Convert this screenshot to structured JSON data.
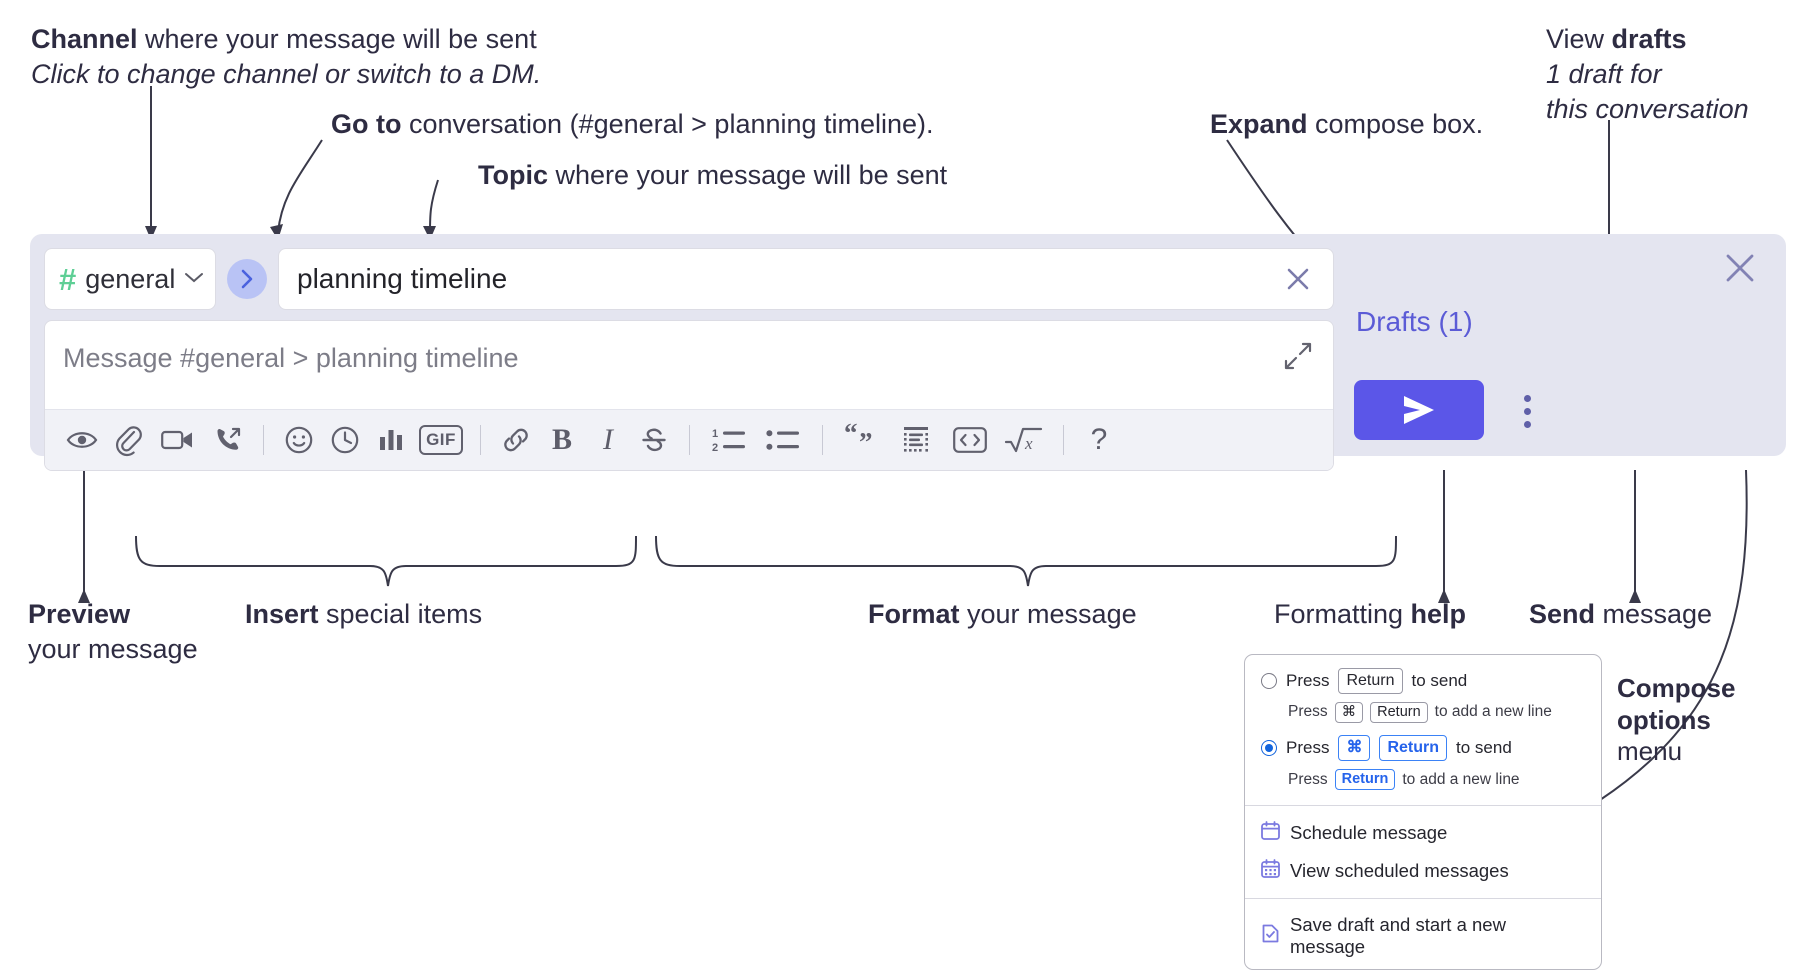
{
  "annotations": {
    "channel": {
      "bold": "Channel",
      "rest": " where your message will be sent",
      "italic": "Click to change channel or switch to a DM."
    },
    "goto": {
      "bold": "Go to",
      "rest": " conversation (#general > planning timeline)."
    },
    "topic": {
      "bold": "Topic",
      "rest": " where your message will be sent"
    },
    "expand": {
      "bold": "Expand",
      "rest": " compose box."
    },
    "drafts": {
      "bold_prefix": "View ",
      "bold": "drafts",
      "italic_line1": "1 draft for",
      "italic_line2": "this conversation"
    },
    "preview": {
      "bold": "Preview",
      "line2": "your message"
    },
    "insert": {
      "bold": "Insert",
      "rest": " special items"
    },
    "format": {
      "bold": "Format",
      "rest": " your message"
    },
    "help": {
      "rest": "Formatting ",
      "bold": "help"
    },
    "send": {
      "bold": "Send",
      "rest": " message"
    },
    "compose_options": {
      "bold_line1": "Compose",
      "bold_line2": "options",
      "line3": "menu"
    }
  },
  "compose": {
    "channel": {
      "hash": "#",
      "name": "general",
      "chevron": "chevron-down-icon"
    },
    "goto_button": "go-to-conversation-icon",
    "topic": {
      "value": "planning timeline",
      "clear": "close-icon"
    },
    "message": {
      "placeholder": "Message #general > planning timeline",
      "value": "",
      "expand": "expand-icon"
    },
    "toolbar": [
      {
        "name": "preview-icon",
        "label": ""
      },
      {
        "name": "attachment-icon",
        "label": ""
      },
      {
        "name": "video-icon",
        "label": ""
      },
      {
        "name": "audio-clip-icon",
        "label": ""
      },
      {
        "name": "separator",
        "label": ""
      },
      {
        "name": "emoji-icon",
        "label": ""
      },
      {
        "name": "clock-icon",
        "label": ""
      },
      {
        "name": "poll-icon",
        "label": ""
      },
      {
        "name": "gif-icon",
        "label": "GIF"
      },
      {
        "name": "separator",
        "label": ""
      },
      {
        "name": "link-icon",
        "label": ""
      },
      {
        "name": "bold-icon",
        "label": "B"
      },
      {
        "name": "italic-icon",
        "label": "I"
      },
      {
        "name": "strikethrough-icon",
        "label": "S"
      },
      {
        "name": "separator",
        "label": ""
      },
      {
        "name": "ordered-list-icon",
        "label": ""
      },
      {
        "name": "bulleted-list-icon",
        "label": ""
      },
      {
        "name": "separator",
        "label": ""
      },
      {
        "name": "blockquote-icon",
        "label": ""
      },
      {
        "name": "code-block-icon",
        "label": ""
      },
      {
        "name": "inline-code-icon",
        "label": ""
      },
      {
        "name": "latex-icon",
        "label": ""
      },
      {
        "name": "separator",
        "label": ""
      },
      {
        "name": "formatting-help-icon",
        "label": "?"
      }
    ],
    "rail": {
      "close": "close-icon",
      "drafts_label": "Drafts (1)",
      "send": "send-icon",
      "overflow": "kebab-menu-icon"
    }
  },
  "options_menu": {
    "send_options": [
      {
        "selected": false,
        "press": "Press",
        "key1": "Return",
        "tail": "to send",
        "sub_press": "Press",
        "sub_key1": "⌘",
        "sub_key2": "Return",
        "sub_tail": "to add a new line"
      },
      {
        "selected": true,
        "press": "Press",
        "key1": "⌘",
        "key2": "Return",
        "tail": "to send",
        "sub_press": "Press",
        "sub_key1": "Return",
        "sub_tail": "to add a new line"
      }
    ],
    "items": [
      {
        "icon": "calendar-icon",
        "label": "Schedule message"
      },
      {
        "icon": "calendar-grid-icon",
        "label": "View scheduled messages"
      },
      {
        "icon": "save-draft-icon",
        "label": "Save draft and start a new message"
      }
    ]
  },
  "colors": {
    "accent": "#5b56e8",
    "draft_link": "#5b5bd6",
    "hash_green": "#5ecf95",
    "panel_bg": "#e4e5f0",
    "toolbar_bg": "#f1f2f7",
    "radio_blue": "#1264dd",
    "menu_icon_purple": "#7b7ae0"
  }
}
